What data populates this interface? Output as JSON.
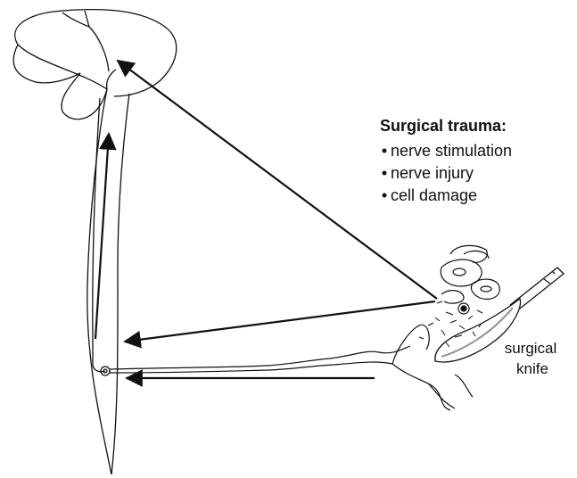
{
  "trauma_box": {
    "title": "Surgical trauma:",
    "items": [
      "nerve stimulation",
      "nerve injury",
      "cell damage"
    ]
  },
  "knife_label": [
    "surgical",
    "knife"
  ],
  "colors": {
    "ink": "#111111",
    "background": "#ffffff",
    "blade_highlight": "#9a9a9a"
  }
}
